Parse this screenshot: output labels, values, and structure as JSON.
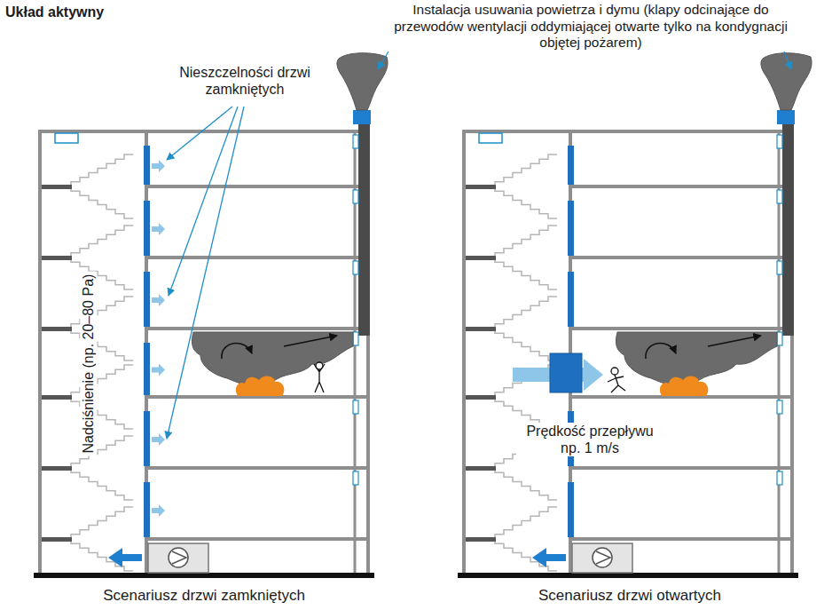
{
  "diagram": {
    "title": "Układ aktywny",
    "labels": [
      "Instalacja usuwania powietrza i dymu (klapy odcinające do przewodów wentylacji oddymiającej otwarte tylko na kondygnacji objętej pożarem)",
      "Nieszczelności drzwi zamkniętych",
      "Nadciśnienie (np. 20–80 Pa)",
      "Prędkość przepływu np. 1 m/s",
      "Scenariusz drzwi zamkniętych",
      "Scenariusz drzwi otwartych"
    ]
  }
}
